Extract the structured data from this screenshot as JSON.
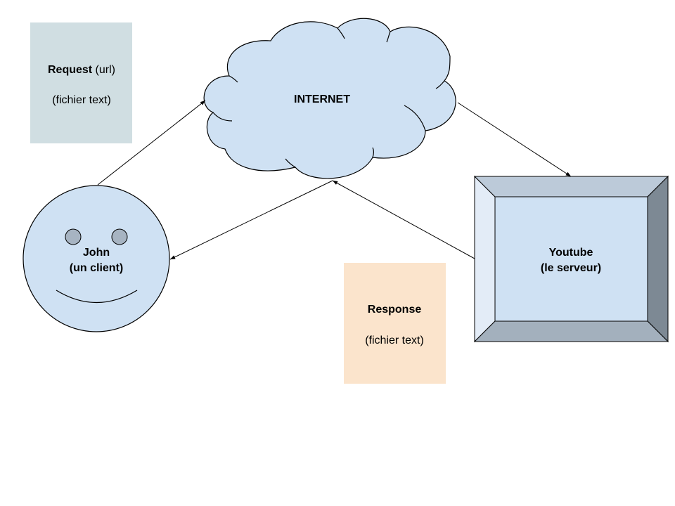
{
  "diagram": {
    "request_note": {
      "title_bold": "Request",
      "title_rest": " (url)",
      "subtitle": "(fichier text)"
    },
    "response_note": {
      "title": "Response",
      "subtitle": "(fichier text)"
    },
    "internet": {
      "label": "INTERNET"
    },
    "client": {
      "name": "John",
      "role": "(un client)"
    },
    "server": {
      "name": "Youtube",
      "role": "(le serveur)"
    }
  },
  "colors": {
    "request_note_fill": "#d0dee2",
    "response_note_fill": "#fbe4cc",
    "cloud_fill": "#cfe1f3",
    "client_fill": "#cfe1f3",
    "client_eye_fill": "#a7b4c2",
    "server_front_fill": "#cfe1f3",
    "server_left_bevel": "#e3ecf7",
    "server_top_bevel": "#bccad9",
    "server_right_bevel": "#7d8994",
    "server_bottom_bevel": "#a3b0bd",
    "stroke": "#000000"
  }
}
